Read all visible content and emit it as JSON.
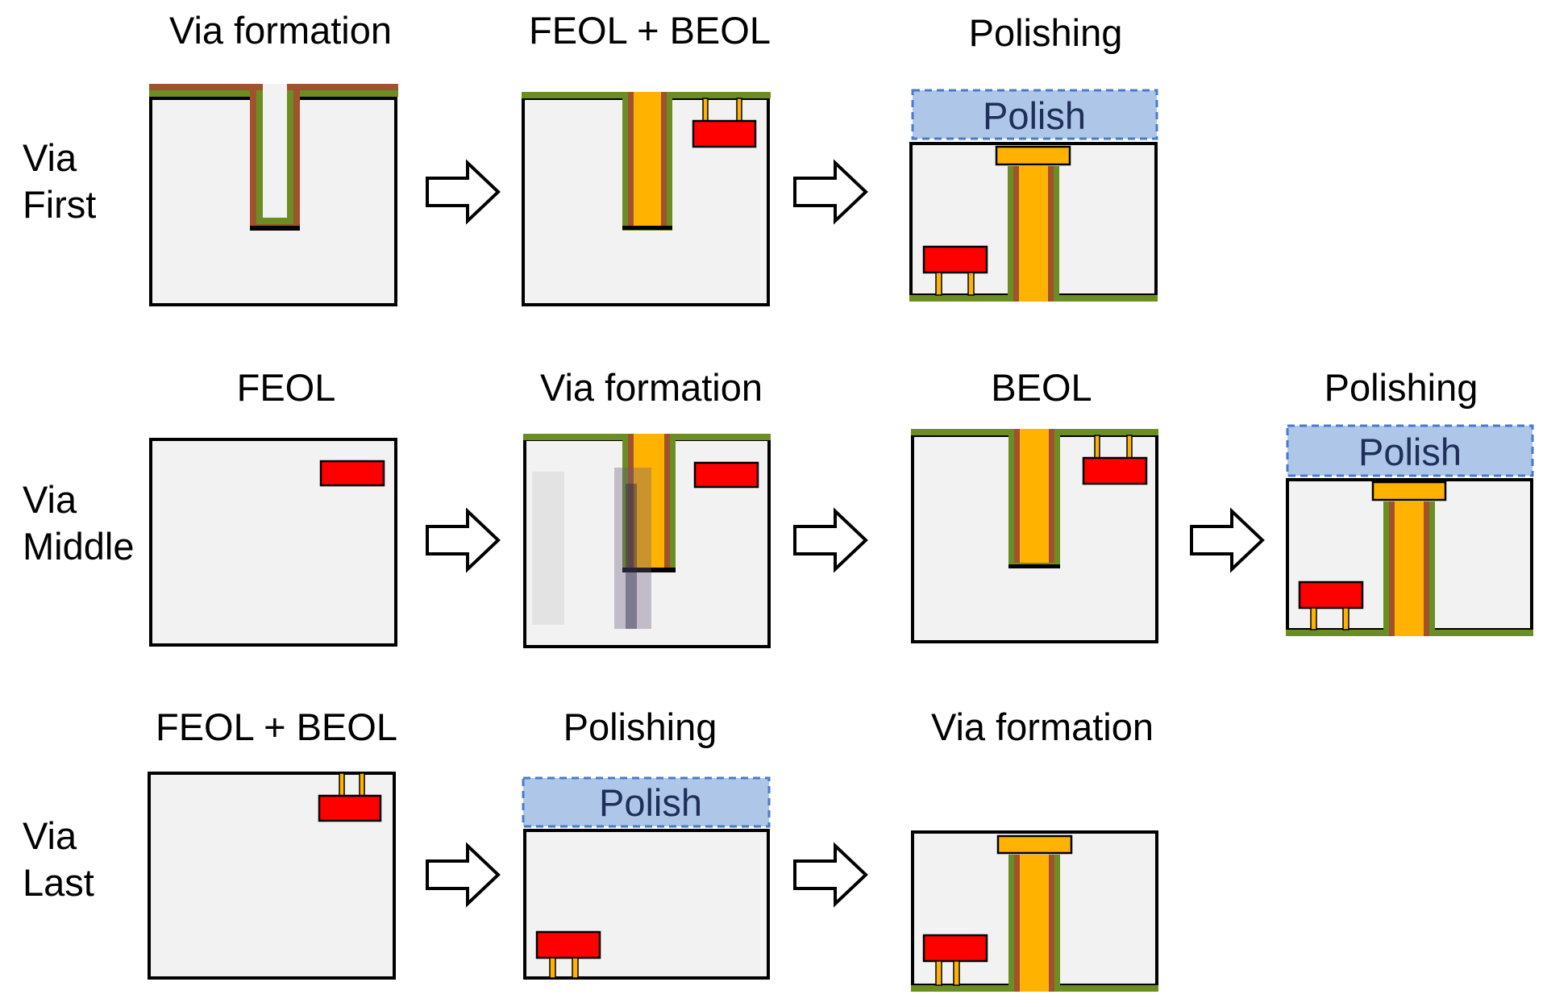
{
  "rows": [
    {
      "label_line1": "Via",
      "label_line2": "First",
      "steps": [
        "Via formation",
        "FEOL + BEOL",
        "Polishing"
      ]
    },
    {
      "label_line1": "Via",
      "label_line2": "Middle",
      "steps": [
        "FEOL",
        "Via formation",
        "BEOL",
        "Polishing"
      ]
    },
    {
      "label_line1": "Via",
      "label_line2": "Last",
      "steps": [
        "FEOL + BEOL",
        "Polishing",
        "Via formation"
      ]
    }
  ],
  "polish_label": "Polish",
  "colors": {
    "wafer": "#f2f2f2",
    "liner": "#6b8e23",
    "barrier": "#a0522d",
    "copper": "#ffb300",
    "device": "#ff0000",
    "polish_pad": "#aec6e8",
    "polish_border": "#4a7ac8"
  }
}
